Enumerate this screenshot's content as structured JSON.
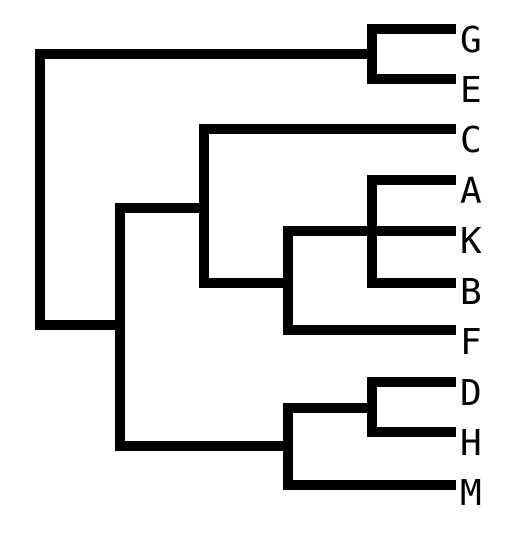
{
  "tree": {
    "line_color": "#000000",
    "background": "#ffffff",
    "leaves": [
      {
        "id": "G",
        "label": "G"
      },
      {
        "id": "E",
        "label": "E"
      },
      {
        "id": "C",
        "label": "C"
      },
      {
        "id": "A",
        "label": "A"
      },
      {
        "id": "K",
        "label": "K"
      },
      {
        "id": "B",
        "label": "B"
      },
      {
        "id": "F",
        "label": "F"
      },
      {
        "id": "D",
        "label": "D"
      },
      {
        "id": "H",
        "label": "H"
      },
      {
        "id": "M",
        "label": "M"
      }
    ],
    "structure": [
      [
        [
          "G",
          "E"
        ]
      ],
      [
        [
          "C",
          [
            [
              "A",
              "K",
              "B"
            ],
            "F"
          ]
        ],
        [
          [
            "D",
            "H"
          ],
          "M"
        ]
      ]
    ]
  }
}
